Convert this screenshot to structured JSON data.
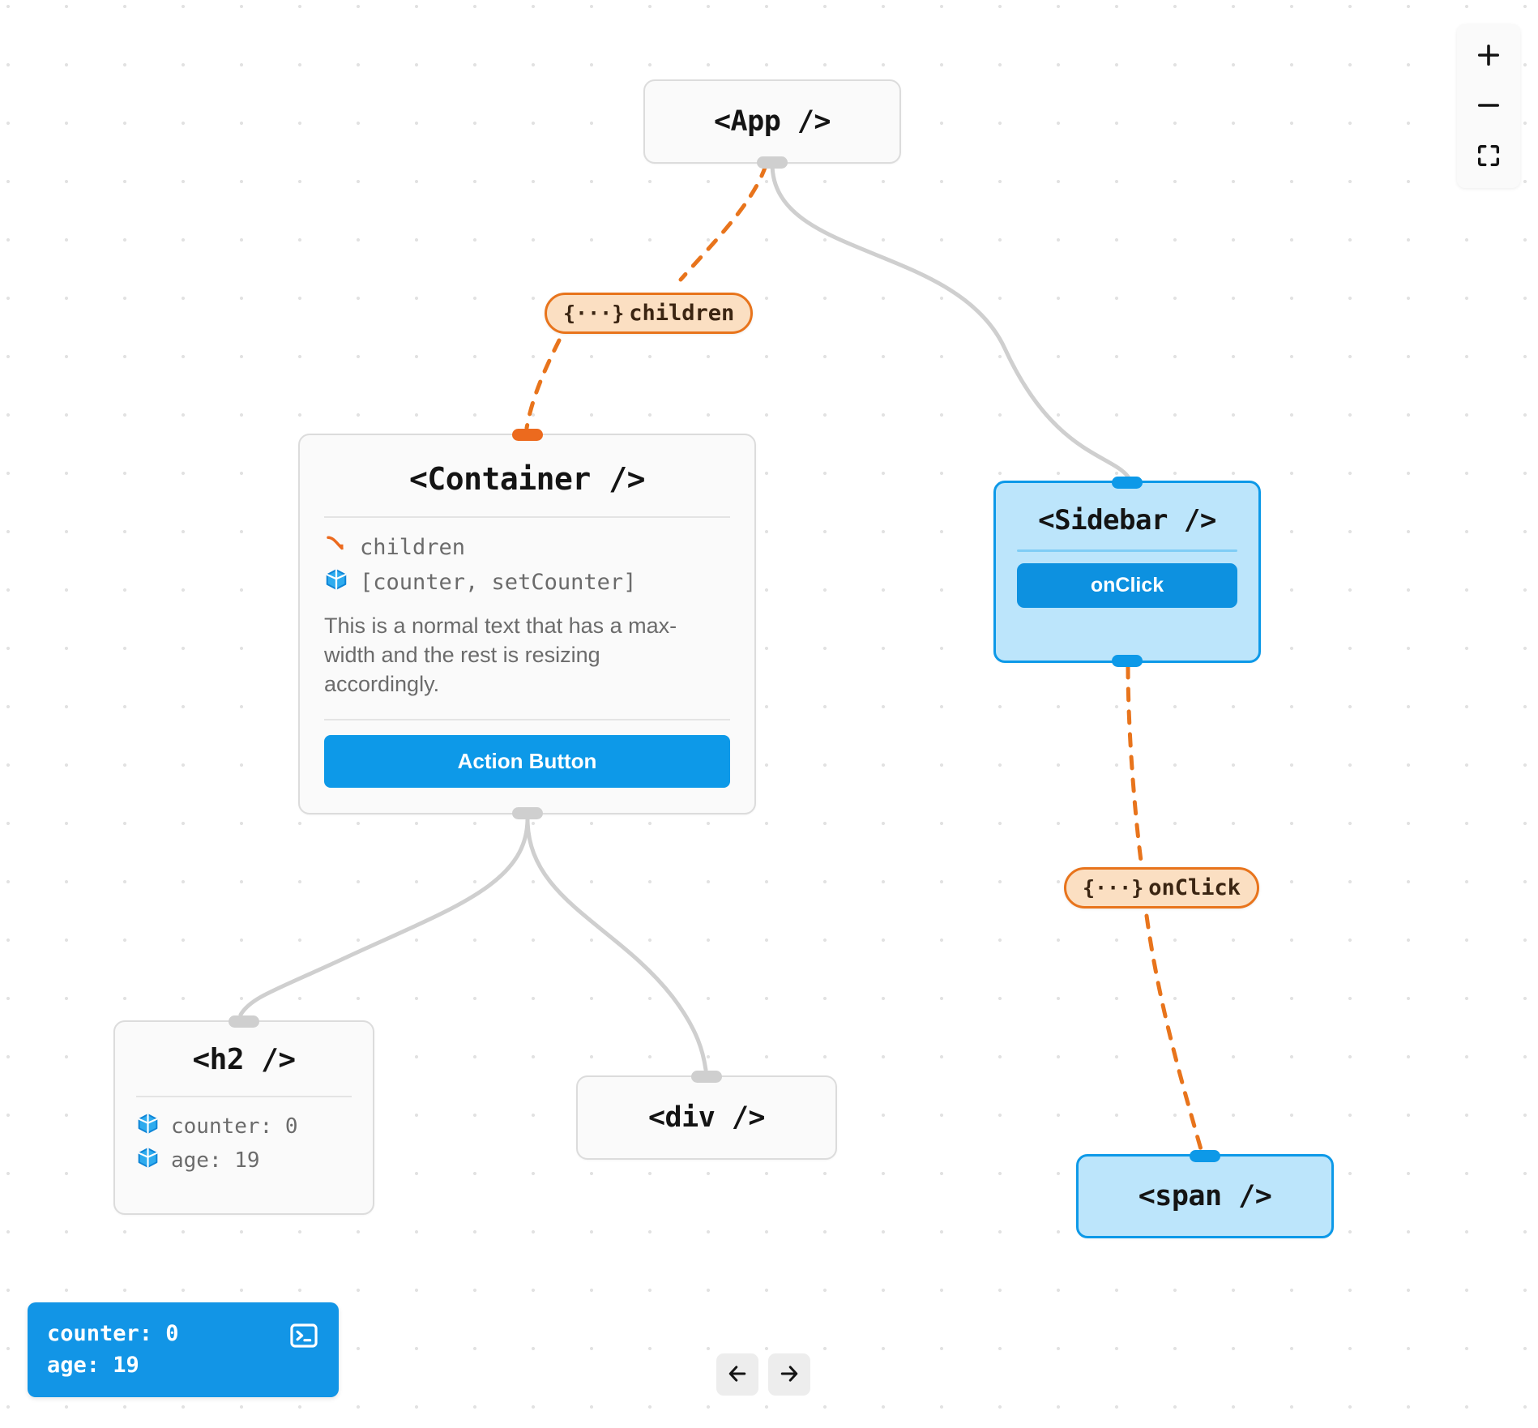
{
  "app": {
    "canvas_label": "react-component-flow-canvas"
  },
  "nodes": {
    "app": {
      "title": "<App />"
    },
    "container": {
      "title": "<Container />",
      "props": [
        {
          "icon": "prop-arrow-icon",
          "label": "children"
        },
        {
          "icon": "state-cube-icon",
          "label": "[counter, setCounter]"
        }
      ],
      "body_text": "This is a normal text that has a max-width and the rest is resizing accordingly.",
      "action_button": "Action Button"
    },
    "sidebar": {
      "title": "<Sidebar />",
      "onclick_button": "onClick"
    },
    "h2": {
      "title": "<h2 />",
      "props": [
        {
          "icon": "state-cube-icon",
          "label": "counter: 0"
        },
        {
          "icon": "state-cube-icon",
          "label": "age: 19"
        }
      ]
    },
    "div": {
      "title": "<div />"
    },
    "span": {
      "title": "<span />"
    }
  },
  "edge_labels": {
    "children": {
      "braces": "{···}",
      "text": "children"
    },
    "onclick": {
      "braces": "{···}",
      "text": "onClick"
    }
  },
  "zoom_controls": [
    {
      "name": "zoom-in-icon",
      "glyph": "+"
    },
    {
      "name": "zoom-out-icon",
      "glyph": "−"
    },
    {
      "name": "fit-view-icon",
      "glyph": "⤢"
    }
  ],
  "console": {
    "lines": "counter: 0\nage: 19",
    "toggle_icon": "terminal-icon"
  },
  "bottom_nav": [
    {
      "name": "step-back-button",
      "glyph": "←"
    },
    {
      "name": "step-forward-button",
      "glyph": "→"
    }
  ],
  "colors": {
    "accent_blue": "#0d99e8",
    "selected_fill": "#bce5fb",
    "prop_orange": "#e8741c",
    "prop_label_fill": "#fbdfc2",
    "node_fill": "#fafafa",
    "node_border": "#dcdcdc",
    "edge_gray": "#cfcfcf",
    "console_blue": "#1295e6",
    "dot_grid": "#e2e2e2"
  }
}
